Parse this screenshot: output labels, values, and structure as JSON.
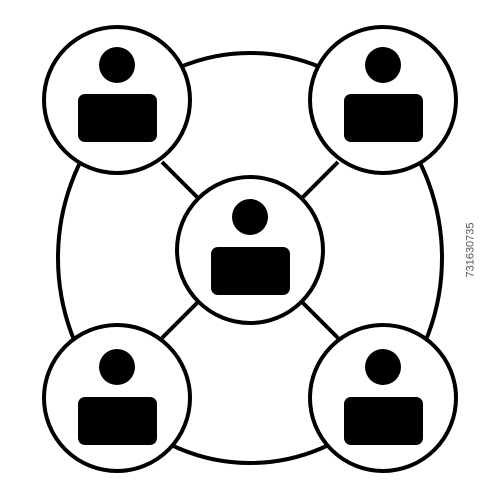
{
  "icon": {
    "name": "people-network-icon",
    "stroke_color": "#000000",
    "fill_color": "#000000",
    "background": "#ffffff"
  },
  "nodes": [
    {
      "name": "person-node-top-left"
    },
    {
      "name": "person-node-top-right"
    },
    {
      "name": "person-node-center"
    },
    {
      "name": "person-node-bottom-left"
    },
    {
      "name": "person-node-bottom-right"
    }
  ],
  "watermark": {
    "id_text": "731630735"
  }
}
